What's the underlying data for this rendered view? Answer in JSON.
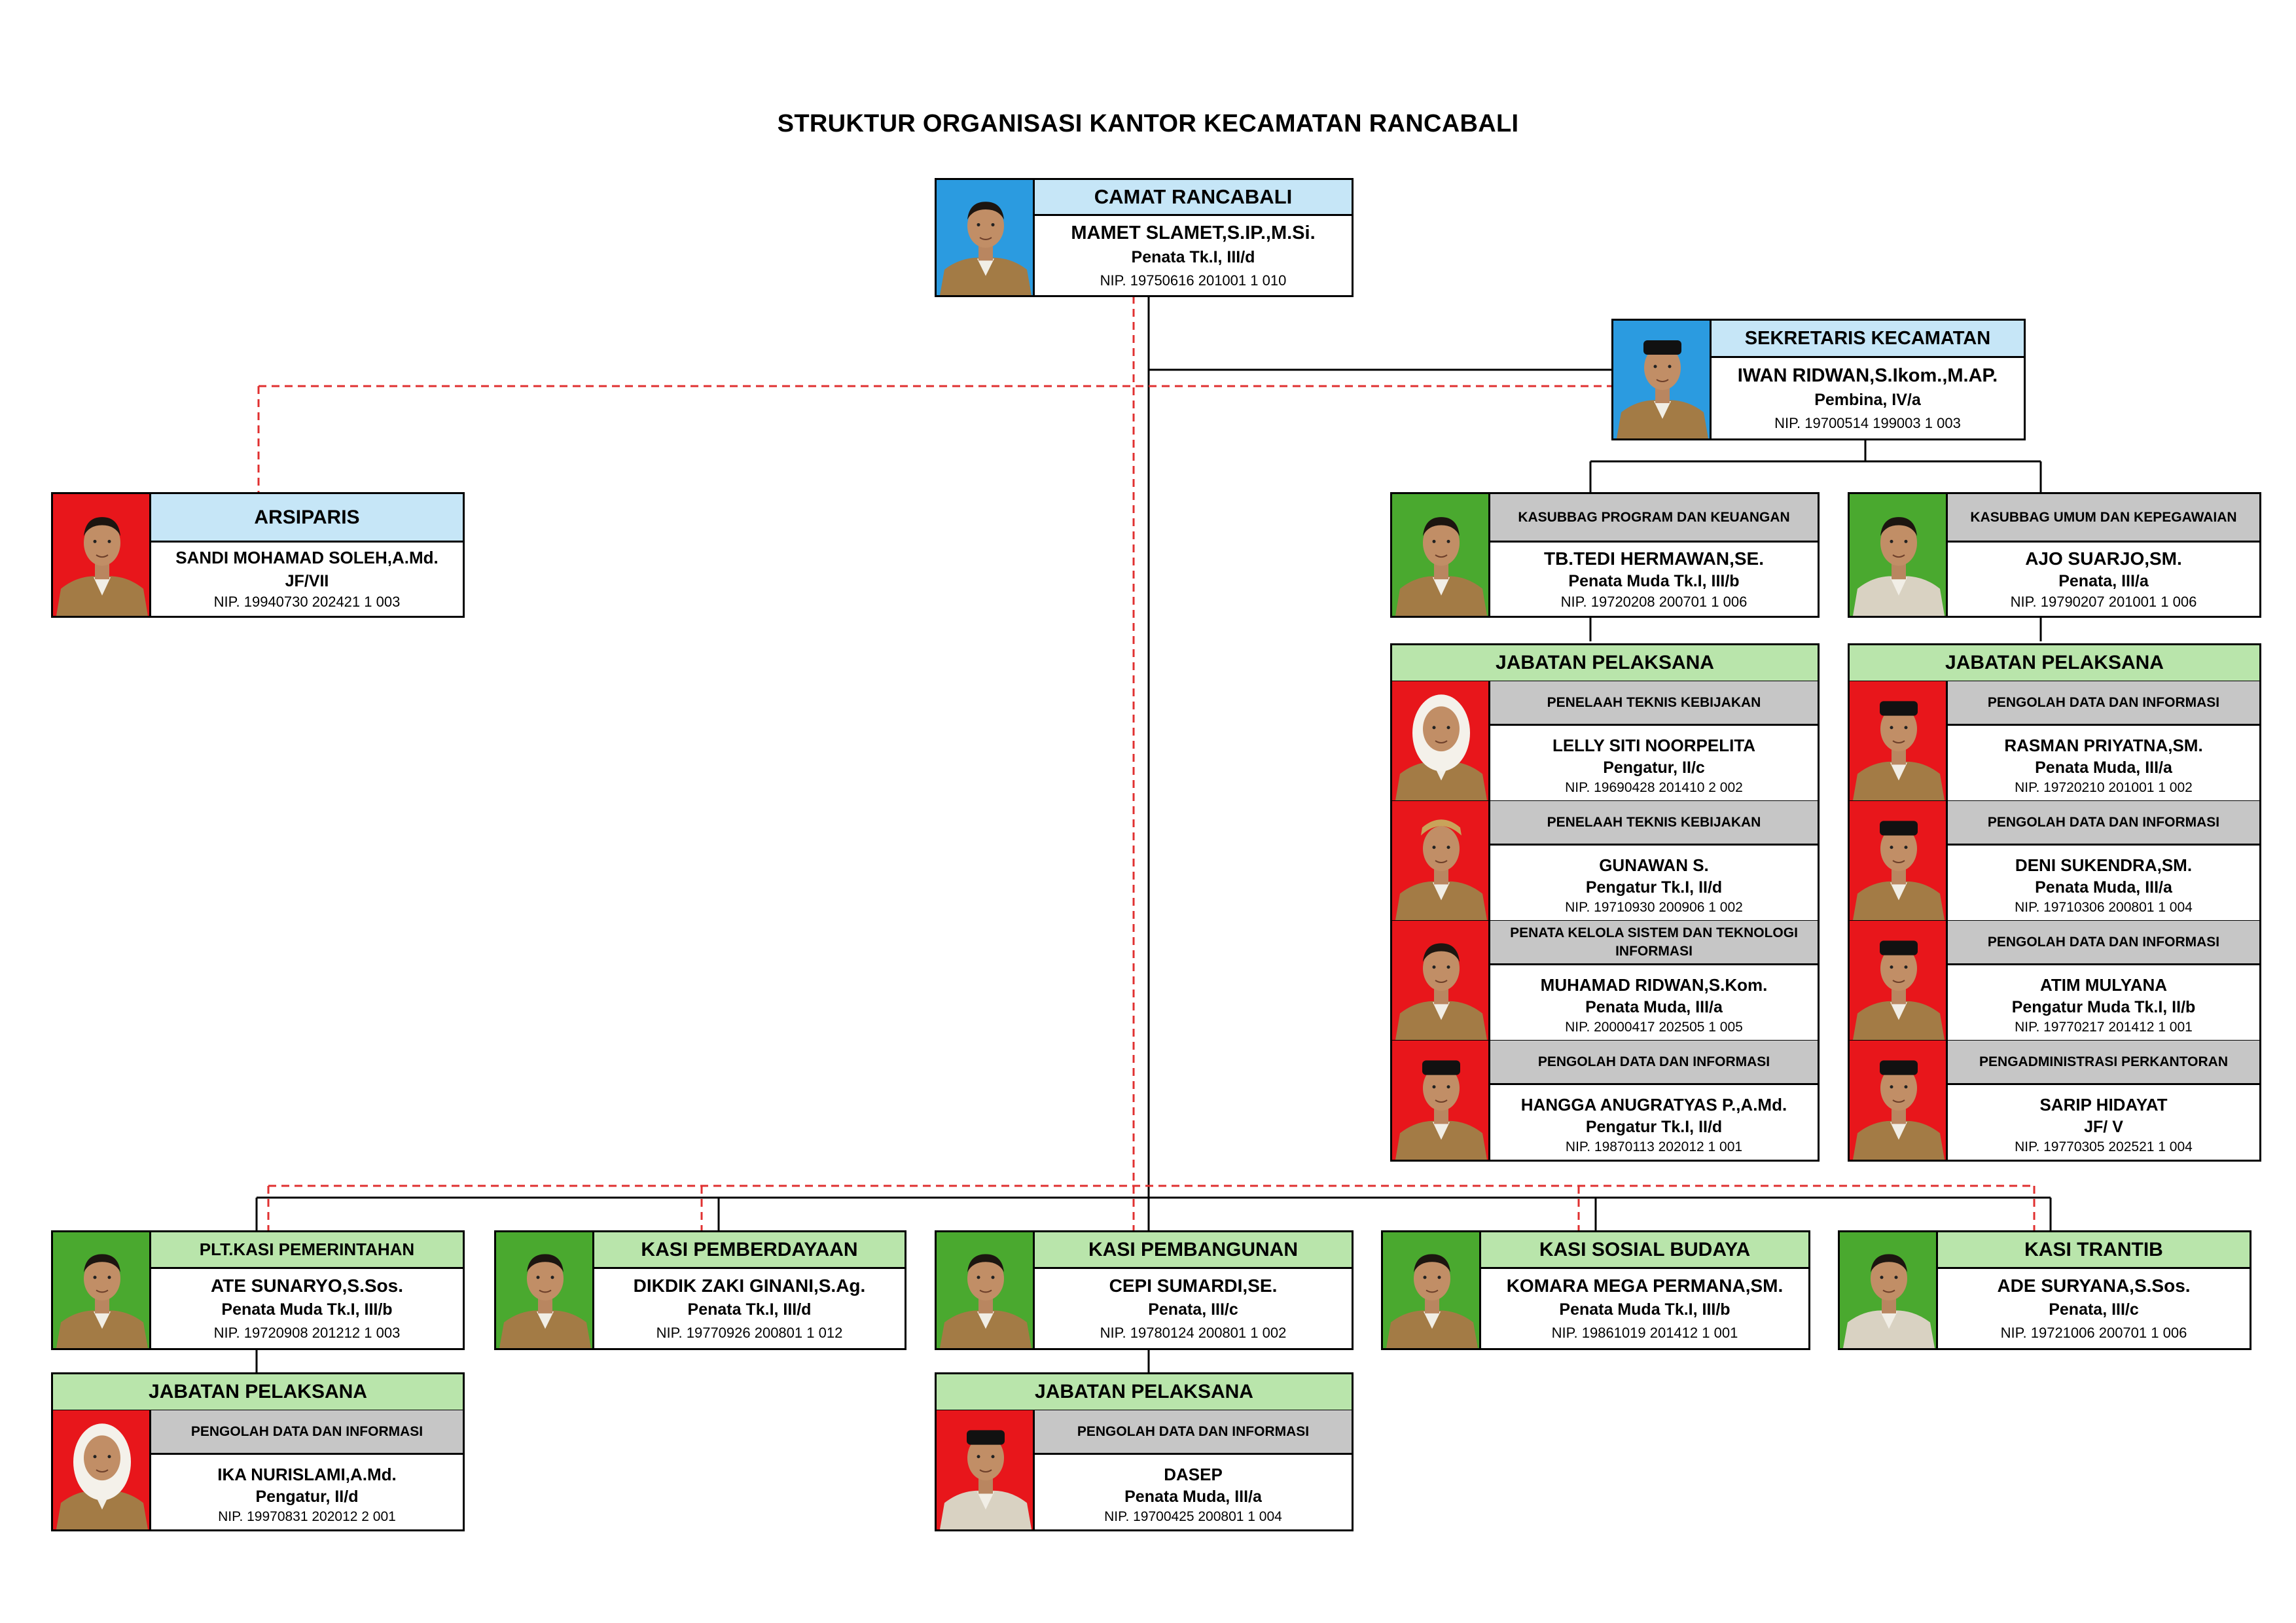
{
  "title": "STRUKTUR ORGANISASI KANTOR KECAMATAN RANCABALI",
  "colors": {
    "header_blue": "#c6e6f7",
    "header_green": "#b9e5ab",
    "header_gray": "#c6c6c6",
    "photo_bg_blue": "#2b9be0",
    "photo_bg_red": "#e8161b",
    "photo_bg_green": "#4aa92f",
    "command_line": "#000000",
    "coordination_line": "#e03030"
  },
  "camat": {
    "position": "CAMAT RANCABALI",
    "name": "MAMET SLAMET,S.IP.,M.Si.",
    "rank": "Penata Tk.I, III/d",
    "nip": "NIP. 19750616 201001 1 010"
  },
  "sekcam": {
    "position": "SEKRETARIS KECAMATAN",
    "name": "IWAN RIDWAN,S.Ikom.,M.AP.",
    "rank": "Pembina, IV/a",
    "nip": "NIP. 19700514 199003 1 003"
  },
  "arsiparis": {
    "position": "ARSIPARIS",
    "name": "SANDI MOHAMAD SOLEH,A.Md.",
    "rank": "JF/VII",
    "nip": "NIP. 19940730 202421 1 003"
  },
  "kasubbag_program": {
    "position": "KASUBBAG PROGRAM  DAN KEUANGAN",
    "name": "TB.TEDI HERMAWAN,SE.",
    "rank": "Penata Muda Tk.I, III/b",
    "nip": "NIP. 19720208 200701 1 006"
  },
  "kasubbag_umum": {
    "position": "KASUBBAG UMUM DAN KEPEGAWAIAN",
    "name": "AJO SUARJO,SM.",
    "rank": "Penata, III/a",
    "nip": "NIP. 19790207 201001 1 006"
  },
  "pelaksana_label": "JABATAN PELAKSANA",
  "pelaksana_program": [
    {
      "role": "PENELAAH TEKNIS KEBIJAKAN",
      "name": "LELLY SITI NOORPELITA",
      "rank": "Pengatur, II/c",
      "nip": "NIP. 19690428 201410 2 002"
    },
    {
      "role": "PENELAAH TEKNIS KEBIJAKAN",
      "name": "GUNAWAN S.",
      "rank": "Pengatur Tk.I, II/d",
      "nip": "NIP. 19710930 200906 1 002"
    },
    {
      "role": "PENATA KELOLA SISTEM DAN TEKNOLOGI INFORMASI",
      "name": "MUHAMAD RIDWAN,S.Kom.",
      "rank": "Penata Muda, III/a",
      "nip": "NIP. 20000417 202505 1 005"
    },
    {
      "role": "PENGOLAH DATA DAN INFORMASI",
      "name": "HANGGA ANUGRATYAS P.,A.Md.",
      "rank": "Pengatur Tk.I, II/d",
      "nip": "NIP. 19870113 202012 1 001"
    }
  ],
  "pelaksana_umum": [
    {
      "role": "PENGOLAH DATA DAN INFORMASI",
      "name": "RASMAN PRIYATNA,SM.",
      "rank": "Penata Muda, III/a",
      "nip": "NIP. 19720210 201001 1 002"
    },
    {
      "role": "PENGOLAH DATA DAN INFORMASI",
      "name": "DENI SUKENDRA,SM.",
      "rank": "Penata Muda, III/a",
      "nip": "NIP. 19710306 200801 1 004"
    },
    {
      "role": "PENGOLAH DATA DAN INFORMASI",
      "name": "ATIM MULYANA",
      "rank": "Pengatur Muda Tk.I, II/b",
      "nip": "NIP. 19770217 201412 1 001"
    },
    {
      "role": "PENGADMINISTRASI PERKANTORAN",
      "name": "SARIP HIDAYAT",
      "rank": "JF/ V",
      "nip": "NIP. 19770305 202521 1 004"
    }
  ],
  "kasi": [
    {
      "position": "PLT.KASI PEMERINTAHAN",
      "name": "ATE SUNARYO,S.Sos.",
      "rank": "Penata Muda Tk.I, III/b",
      "nip": "NIP. 19720908 201212 1 003"
    },
    {
      "position": "KASI PEMBERDAYAAN",
      "name": "DIKDIK ZAKI GINANI,S.Ag.",
      "rank": "Penata Tk.I, III/d",
      "nip": "NIP. 19770926 200801 1 012"
    },
    {
      "position": "KASI PEMBANGUNAN",
      "name": "CEPI SUMARDI,SE.",
      "rank": "Penata, III/c",
      "nip": "NIP. 19780124 200801 1 002"
    },
    {
      "position": "KASI SOSIAL BUDAYA",
      "name": "KOMARA MEGA PERMANA,SM.",
      "rank": "Penata Muda Tk.I, III/b",
      "nip": "NIP. 19861019 201412 1 001"
    },
    {
      "position": "KASI TRANTIB",
      "name": "ADE SURYANA,S.Sos.",
      "rank": "Penata, III/c",
      "nip": "NIP. 19721006 200701 1 006"
    }
  ],
  "pelaksana_pemerintahan": {
    "role": "PENGOLAH DATA DAN INFORMASI",
    "name": "IKA NURISLAMI,A.Md.",
    "rank": "Pengatur, II/d",
    "nip": "NIP. 19970831 202012 2 001"
  },
  "pelaksana_pembangunan": {
    "role": "PENGOLAH DATA DAN INFORMASI",
    "name": "DASEP",
    "rank": "Penata Muda, III/a",
    "nip": "NIP. 19700425 200801 1 004"
  }
}
